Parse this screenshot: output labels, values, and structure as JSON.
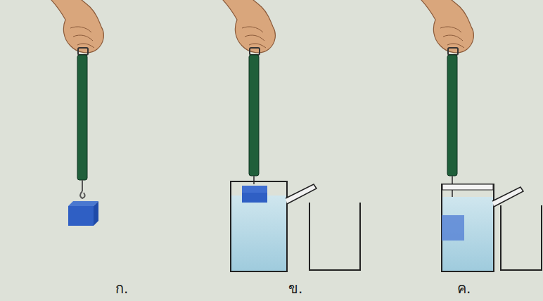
{
  "diagram": {
    "labels": [
      "ก.",
      "ข.",
      "ค."
    ]
  }
}
